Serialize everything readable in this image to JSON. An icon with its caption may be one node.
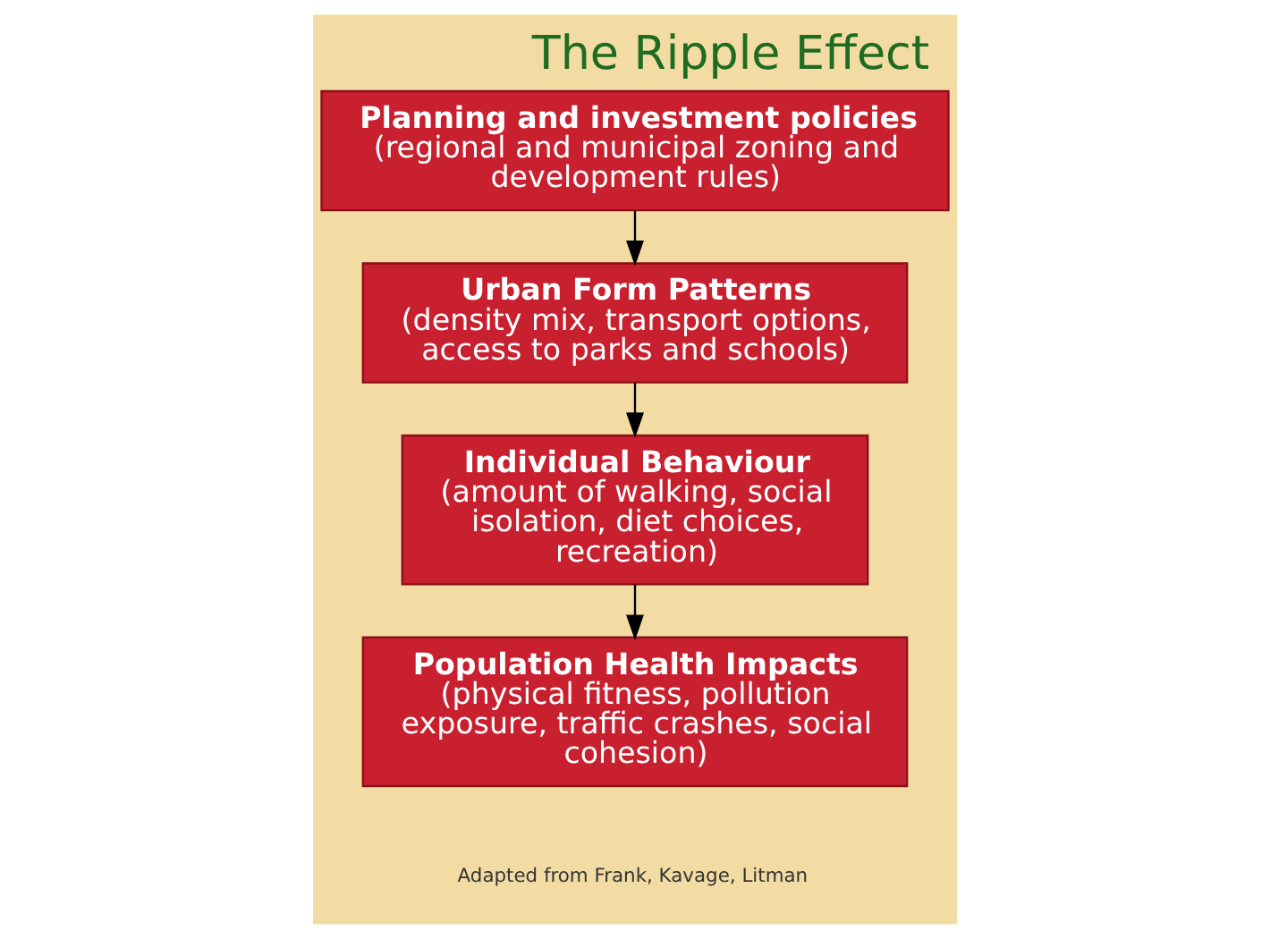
{
  "diagram": {
    "title": "The Ripple Effect",
    "nodes": [
      {
        "text": [
          "Planning and investment policies",
          "(regional and municipal zoning and development rules)"
        ]
      },
      {
        "text": [
          "Urban Form Patterns",
          "(density mix, transport options, access to parks and schools)"
        ]
      },
      {
        "text": [
          "Individual Behaviour",
          "(amount of walking, social isolation, diet choices, recreation)"
        ]
      },
      {
        "text": [
          "Population Health Impacts",
          "(physical fitness, pollution exposure, traffic crashes, social cohesion)"
        ]
      }
    ],
    "edges": [
      {
        "from": 0,
        "to": 1,
        "arrow": "to"
      },
      {
        "from": 1,
        "to": 2,
        "arrow": "to"
      },
      {
        "from": 2,
        "to": 3,
        "arrow": "to"
      }
    ],
    "labels": [
      "Adapted from Frank, Kavage, Litman"
    ]
  }
}
